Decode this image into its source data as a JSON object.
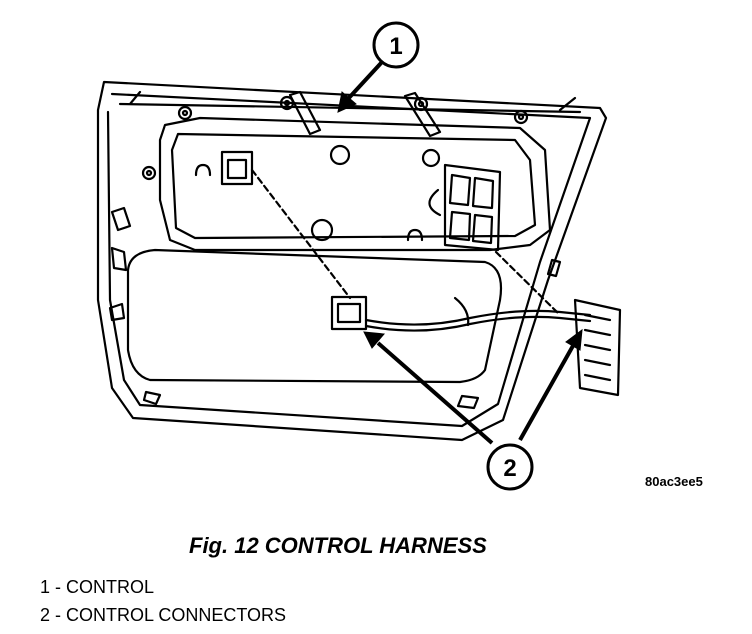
{
  "diagram": {
    "image_code": "80ac3ee5",
    "callouts": [
      "1",
      "2"
    ]
  },
  "caption": "Fig. 12 CONTROL HARNESS",
  "legend": [
    {
      "number": "1",
      "text": "CONTROL"
    },
    {
      "number": "2",
      "text": "CONTROL CONNECTORS"
    }
  ]
}
